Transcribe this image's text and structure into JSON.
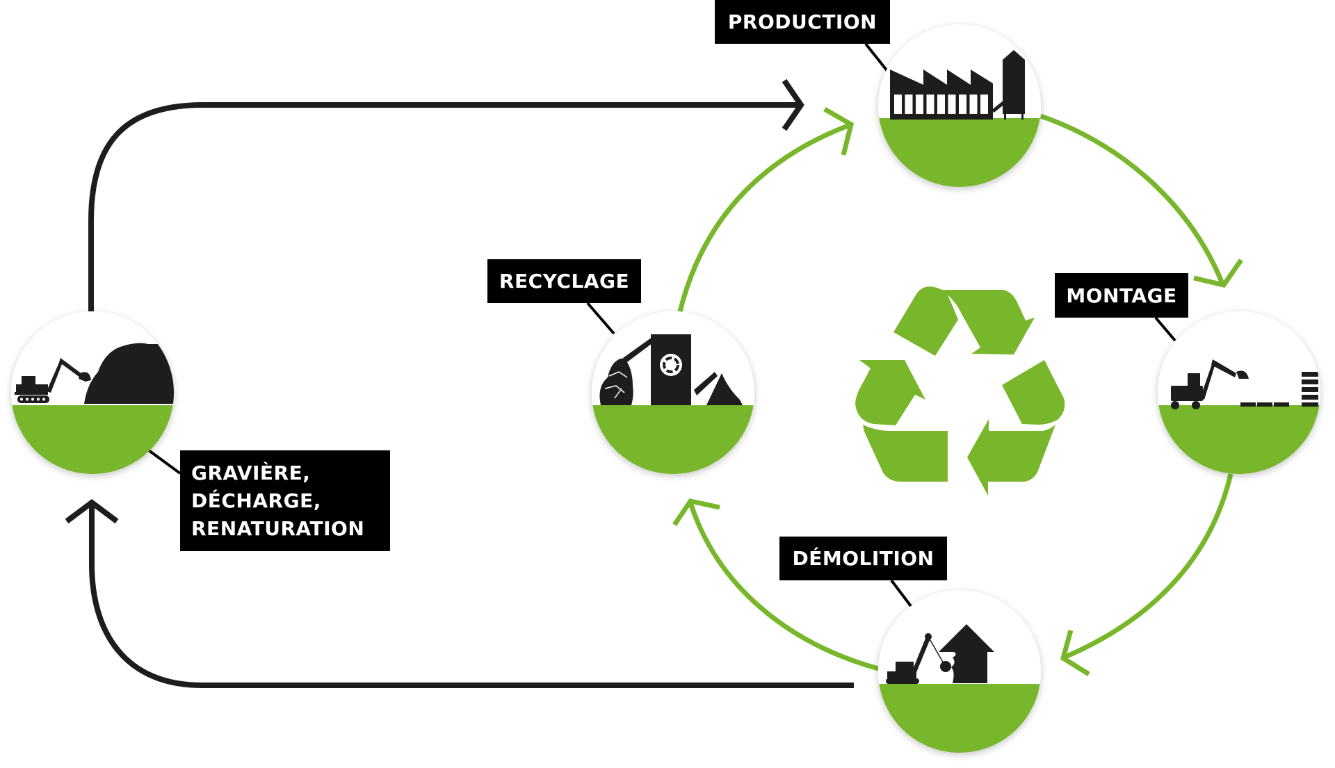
{
  "diagram": {
    "title": "Cycle de vie des matériaux de construction",
    "colors": {
      "green": "#78b72b",
      "black": "#1d1d1b",
      "label_bg": "#000000",
      "label_text": "#ffffff"
    },
    "center_icon": "recycle-icon",
    "nodes": [
      {
        "id": "production",
        "label": "PRODUCTION",
        "icon": "factory-icon"
      },
      {
        "id": "montage",
        "label": "MONTAGE",
        "icon": "excavator-placing-blocks-icon"
      },
      {
        "id": "demolition",
        "label": "DÉMOLITION",
        "icon": "wrecking-ball-crane-icon"
      },
      {
        "id": "recyclage",
        "label": "RECYCLAGE",
        "icon": "recycling-plant-icon"
      },
      {
        "id": "graviere",
        "label_lines": [
          "GRAVIÈRE,",
          "DÉCHARGE,",
          "RENATURATION"
        ],
        "icon": "excavator-quarry-icon"
      }
    ],
    "flows": [
      {
        "from": "production",
        "to": "montage",
        "type": "green-cycle"
      },
      {
        "from": "montage",
        "to": "demolition",
        "type": "green-cycle"
      },
      {
        "from": "demolition",
        "to": "recyclage",
        "type": "green-cycle"
      },
      {
        "from": "recyclage",
        "to": "production",
        "type": "green-cycle"
      },
      {
        "from": "graviere",
        "to": "production",
        "type": "black-linear"
      },
      {
        "from": "demolition",
        "to": "graviere",
        "type": "black-linear"
      }
    ]
  }
}
